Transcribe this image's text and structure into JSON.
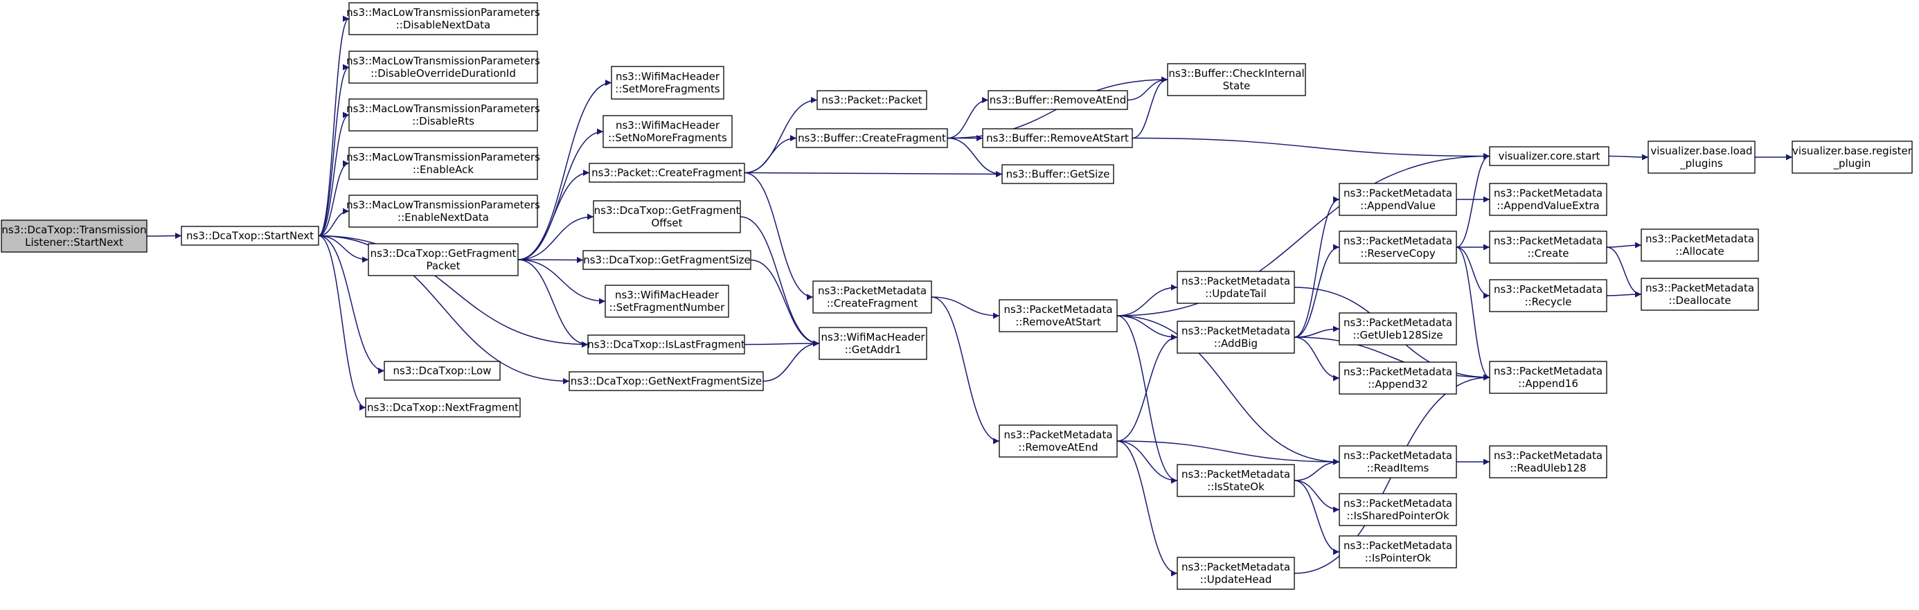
{
  "graph": {
    "edge_color": "#191970",
    "root_fill": "#bfbfbf",
    "nodes": [
      {
        "id": "root",
        "lines": [
          "ns3::DcaTxop::Transmission",
          "Listener::StartNext"
        ]
      },
      {
        "id": "startnext",
        "lines": [
          "ns3::DcaTxop::StartNext"
        ]
      },
      {
        "id": "disableNextData",
        "lines": [
          "ns3::MacLowTransmissionParameters",
          "::DisableNextData"
        ]
      },
      {
        "id": "disableOverride",
        "lines": [
          "ns3::MacLowTransmissionParameters",
          "::DisableOverrideDurationId"
        ]
      },
      {
        "id": "disableRts",
        "lines": [
          "ns3::MacLowTransmissionParameters",
          "::DisableRts"
        ]
      },
      {
        "id": "enableAck",
        "lines": [
          "ns3::MacLowTransmissionParameters",
          "::EnableAck"
        ]
      },
      {
        "id": "enableNextData",
        "lines": [
          "ns3::MacLowTransmissionParameters",
          "::EnableNextData"
        ]
      },
      {
        "id": "getFragmentPacket",
        "lines": [
          "ns3::DcaTxop::GetFragment",
          "Packet"
        ]
      },
      {
        "id": "isLastFragment",
        "lines": [
          "ns3::DcaTxop::IsLastFragment"
        ]
      },
      {
        "id": "low",
        "lines": [
          "ns3::DcaTxop::Low"
        ]
      },
      {
        "id": "getNextFragmentSize",
        "lines": [
          "ns3::DcaTxop::GetNextFragmentSize"
        ]
      },
      {
        "id": "nextFragment",
        "lines": [
          "ns3::DcaTxop::NextFragment"
        ]
      },
      {
        "id": "setMoreFragments",
        "lines": [
          "ns3::WifiMacHeader",
          "::SetMoreFragments"
        ]
      },
      {
        "id": "setNoMoreFragments",
        "lines": [
          "ns3::WifiMacHeader",
          "::SetNoMoreFragments"
        ]
      },
      {
        "id": "packetCreateFragment",
        "lines": [
          "ns3::Packet::CreateFragment"
        ]
      },
      {
        "id": "getFragmentOffset",
        "lines": [
          "ns3::DcaTxop::GetFragment",
          "Offset"
        ]
      },
      {
        "id": "getFragmentSize",
        "lines": [
          "ns3::DcaTxop::GetFragmentSize"
        ]
      },
      {
        "id": "setFragmentNumber",
        "lines": [
          "ns3::WifiMacHeader",
          "::SetFragmentNumber"
        ]
      },
      {
        "id": "packetPacket",
        "lines": [
          "ns3::Packet::Packet"
        ]
      },
      {
        "id": "bufferCreateFragment",
        "lines": [
          "ns3::Buffer::CreateFragment"
        ]
      },
      {
        "id": "pmCreateFragment",
        "lines": [
          "ns3::PacketMetadata",
          "::CreateFragment"
        ]
      },
      {
        "id": "getAddr1",
        "lines": [
          "ns3::WifiMacHeader",
          "::GetAddr1"
        ]
      },
      {
        "id": "bufferRemoveAtEnd",
        "lines": [
          "ns3::Buffer::RemoveAtEnd"
        ]
      },
      {
        "id": "bufferRemoveAtStart",
        "lines": [
          "ns3::Buffer::RemoveAtStart"
        ]
      },
      {
        "id": "bufferGetSize",
        "lines": [
          "ns3::Buffer::GetSize"
        ]
      },
      {
        "id": "bufferCheckInternal",
        "lines": [
          "ns3::Buffer::CheckInternal",
          "State"
        ]
      },
      {
        "id": "pmRemoveAtStart",
        "lines": [
          "ns3::PacketMetadata",
          "::RemoveAtStart"
        ]
      },
      {
        "id": "pmRemoveAtEnd",
        "lines": [
          "ns3::PacketMetadata",
          "::RemoveAtEnd"
        ]
      },
      {
        "id": "pmUpdateTail",
        "lines": [
          "ns3::PacketMetadata",
          "::UpdateTail"
        ]
      },
      {
        "id": "pmAddBig",
        "lines": [
          "ns3::PacketMetadata",
          "::AddBig"
        ]
      },
      {
        "id": "pmIsStateOk",
        "lines": [
          "ns3::PacketMetadata",
          "::IsStateOk"
        ]
      },
      {
        "id": "pmUpdateHead",
        "lines": [
          "ns3::PacketMetadata",
          "::UpdateHead"
        ]
      },
      {
        "id": "pmAppendValue",
        "lines": [
          "ns3::PacketMetadata",
          "::AppendValue"
        ]
      },
      {
        "id": "pmReserveCopy",
        "lines": [
          "ns3::PacketMetadata",
          "::ReserveCopy"
        ]
      },
      {
        "id": "pmGetUleb128Size",
        "lines": [
          "ns3::PacketMetadata",
          "::GetUleb128Size"
        ]
      },
      {
        "id": "pmAppend32",
        "lines": [
          "ns3::PacketMetadata",
          "::Append32"
        ]
      },
      {
        "id": "pmReadItems",
        "lines": [
          "ns3::PacketMetadata",
          "::ReadItems"
        ]
      },
      {
        "id": "pmIsSharedPointerOk",
        "lines": [
          "ns3::PacketMetadata",
          "::IsSharedPointerOk"
        ]
      },
      {
        "id": "pmIsPointerOk",
        "lines": [
          "ns3::PacketMetadata",
          "::IsPointerOk"
        ]
      },
      {
        "id": "vizCoreStart",
        "lines": [
          "visualizer.core.start"
        ]
      },
      {
        "id": "pmAppendValueExtra",
        "lines": [
          "ns3::PacketMetadata",
          "::AppendValueExtra"
        ]
      },
      {
        "id": "pmCreate",
        "lines": [
          "ns3::PacketMetadata",
          "::Create"
        ]
      },
      {
        "id": "pmRecycle",
        "lines": [
          "ns3::PacketMetadata",
          "::Recycle"
        ]
      },
      {
        "id": "pmAppend16",
        "lines": [
          "ns3::PacketMetadata",
          "::Append16"
        ]
      },
      {
        "id": "pmReadUleb128",
        "lines": [
          "ns3::PacketMetadata",
          "::ReadUleb128"
        ]
      },
      {
        "id": "vizLoadPlugins",
        "lines": [
          "visualizer.base.load",
          "_plugins"
        ]
      },
      {
        "id": "pmAllocate",
        "lines": [
          "ns3::PacketMetadata",
          "::Allocate"
        ]
      },
      {
        "id": "pmDeallocate",
        "lines": [
          "ns3::PacketMetadata",
          "::Deallocate"
        ]
      },
      {
        "id": "vizRegisterPlugin",
        "lines": [
          "visualizer.base.register",
          "_plugin"
        ]
      }
    ],
    "edges": [
      [
        "root",
        "startnext"
      ],
      [
        "startnext",
        "disableNextData"
      ],
      [
        "startnext",
        "disableOverride"
      ],
      [
        "startnext",
        "disableRts"
      ],
      [
        "startnext",
        "enableAck"
      ],
      [
        "startnext",
        "enableNextData"
      ],
      [
        "startnext",
        "getFragmentPacket"
      ],
      [
        "startnext",
        "isLastFragment"
      ],
      [
        "startnext",
        "low"
      ],
      [
        "startnext",
        "getNextFragmentSize"
      ],
      [
        "startnext",
        "nextFragment"
      ],
      [
        "getFragmentPacket",
        "setMoreFragments"
      ],
      [
        "getFragmentPacket",
        "setNoMoreFragments"
      ],
      [
        "getFragmentPacket",
        "packetCreateFragment"
      ],
      [
        "getFragmentPacket",
        "getFragmentOffset"
      ],
      [
        "getFragmentPacket",
        "getFragmentSize"
      ],
      [
        "getFragmentPacket",
        "setFragmentNumber"
      ],
      [
        "getFragmentPacket",
        "isLastFragment"
      ],
      [
        "packetCreateFragment",
        "packetPacket"
      ],
      [
        "packetCreateFragment",
        "bufferCreateFragment"
      ],
      [
        "packetCreateFragment",
        "bufferGetSize"
      ],
      [
        "packetCreateFragment",
        "pmCreateFragment"
      ],
      [
        "getFragmentOffset",
        "getAddr1"
      ],
      [
        "getFragmentSize",
        "getAddr1"
      ],
      [
        "isLastFragment",
        "getAddr1"
      ],
      [
        "getNextFragmentSize",
        "getAddr1"
      ],
      [
        "bufferCreateFragment",
        "bufferCheckInternal"
      ],
      [
        "bufferCreateFragment",
        "bufferRemoveAtEnd"
      ],
      [
        "bufferCreateFragment",
        "bufferRemoveAtStart"
      ],
      [
        "bufferCreateFragment",
        "bufferGetSize"
      ],
      [
        "bufferRemoveAtEnd",
        "bufferCheckInternal"
      ],
      [
        "bufferRemoveAtStart",
        "bufferCheckInternal"
      ],
      [
        "bufferRemoveAtStart",
        "vizCoreStart"
      ],
      [
        "pmCreateFragment",
        "pmRemoveAtStart"
      ],
      [
        "pmCreateFragment",
        "pmRemoveAtEnd"
      ],
      [
        "pmRemoveAtStart",
        "vizCoreStart"
      ],
      [
        "pmRemoveAtStart",
        "pmUpdateTail"
      ],
      [
        "pmRemoveAtStart",
        "pmAddBig"
      ],
      [
        "pmRemoveAtStart",
        "pmIsStateOk"
      ],
      [
        "pmRemoveAtStart",
        "pmReadItems"
      ],
      [
        "pmRemoveAtEnd",
        "pmAddBig"
      ],
      [
        "pmRemoveAtEnd",
        "pmReadItems"
      ],
      [
        "pmRemoveAtEnd",
        "pmIsStateOk"
      ],
      [
        "pmRemoveAtEnd",
        "pmUpdateHead"
      ],
      [
        "pmUpdateTail",
        "pmAppend16"
      ],
      [
        "pmAddBig",
        "pmAppendValue"
      ],
      [
        "pmAddBig",
        "pmReserveCopy"
      ],
      [
        "pmAddBig",
        "pmGetUleb128Size"
      ],
      [
        "pmAddBig",
        "pmAppend32"
      ],
      [
        "pmAddBig",
        "pmAppend16"
      ],
      [
        "pmIsStateOk",
        "pmReadItems"
      ],
      [
        "pmIsStateOk",
        "pmIsSharedPointerOk"
      ],
      [
        "pmIsStateOk",
        "pmIsPointerOk"
      ],
      [
        "pmUpdateHead",
        "pmAppend16"
      ],
      [
        "pmAppendValue",
        "pmAppendValueExtra"
      ],
      [
        "pmReserveCopy",
        "vizCoreStart"
      ],
      [
        "pmReserveCopy",
        "pmCreate"
      ],
      [
        "pmReserveCopy",
        "pmRecycle"
      ],
      [
        "pmReserveCopy",
        "pmAppend16"
      ],
      [
        "pmReadItems",
        "pmReadUleb128"
      ],
      [
        "vizCoreStart",
        "vizLoadPlugins"
      ],
      [
        "vizLoadPlugins",
        "vizRegisterPlugin"
      ],
      [
        "pmCreate",
        "pmAllocate"
      ],
      [
        "pmCreate",
        "pmDeallocate"
      ],
      [
        "pmRecycle",
        "pmDeallocate"
      ]
    ]
  }
}
